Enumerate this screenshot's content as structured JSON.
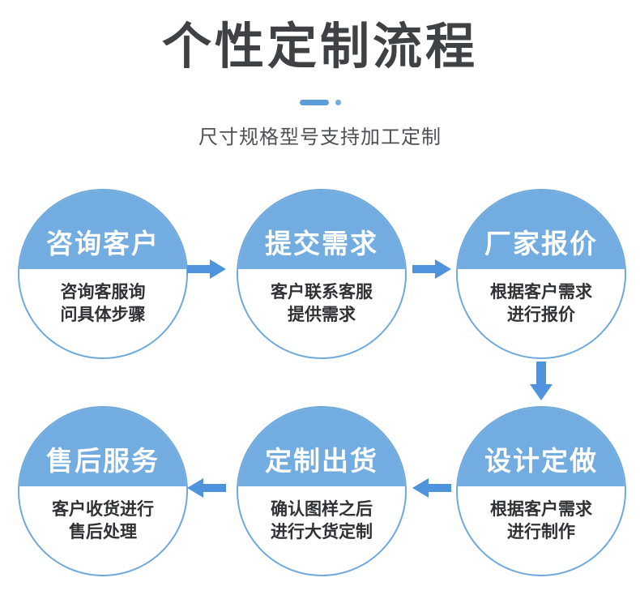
{
  "header": {
    "title": "个性定制流程",
    "subtitle": "尺寸规格型号支持加工定制"
  },
  "colors": {
    "circle_blue": "#72ACE0",
    "circle_border": "#6FA9DC",
    "arrow_blue": "#4E93DC",
    "divider_blue": "#5C9CD9",
    "title_dark": "#3E4245",
    "subtitle_gray": "#4D5256",
    "body_text": "#2E3235"
  },
  "steps": [
    {
      "order": 1,
      "title": "咨询客户",
      "desc_line1": "咨询客服询",
      "desc_line2": "问具体步骤"
    },
    {
      "order": 2,
      "title": "提交需求",
      "desc_line1": "客户联系客服",
      "desc_line2": "提供需求"
    },
    {
      "order": 3,
      "title": "厂家报价",
      "desc_line1": "根据客户需求",
      "desc_line2": "进行报价"
    },
    {
      "order": 4,
      "title": "设计定做",
      "desc_line1": "根据客户需求",
      "desc_line2": "进行制作"
    },
    {
      "order": 5,
      "title": "定制出货",
      "desc_line1": "确认图样之后",
      "desc_line2": "进行大货定制"
    },
    {
      "order": 6,
      "title": "售后服务",
      "desc_line1": "客户收货进行",
      "desc_line2": "售后处理"
    }
  ],
  "arrows": [
    {
      "from": 1,
      "to": 2,
      "direction": "right"
    },
    {
      "from": 2,
      "to": 3,
      "direction": "right"
    },
    {
      "from": 3,
      "to": 4,
      "direction": "down"
    },
    {
      "from": 4,
      "to": 5,
      "direction": "left"
    },
    {
      "from": 5,
      "to": 6,
      "direction": "left"
    }
  ]
}
